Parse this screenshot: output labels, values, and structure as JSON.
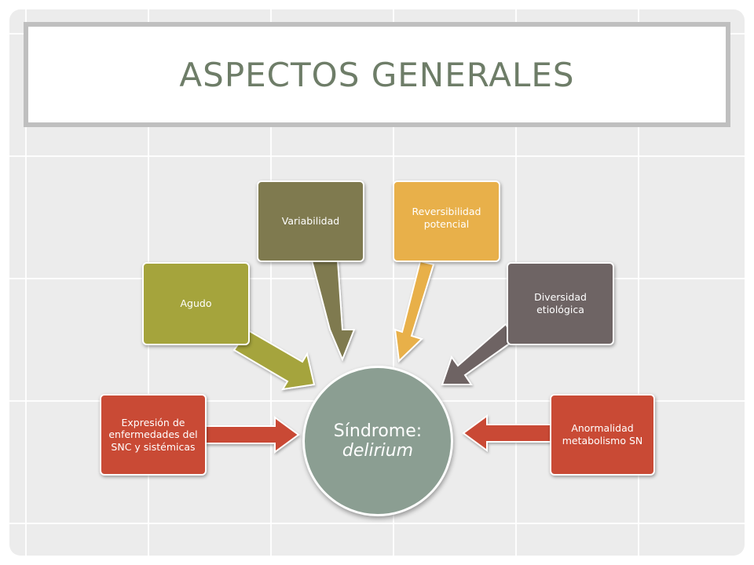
{
  "title": "Aspectos generales",
  "center": {
    "line1": "Síndrome:",
    "line2": "delirium",
    "color": "#8b9e92"
  },
  "nodes": [
    {
      "label": "Expresión de enfermedades del SNC y sistémicas",
      "color": "#c94a35"
    },
    {
      "label": "Agudo",
      "color": "#a5a43c"
    },
    {
      "label": "Variabilidad",
      "color": "#7f7a4f"
    },
    {
      "label": "Reversibilidad potencial",
      "color": "#e8b04a"
    },
    {
      "label": "Diversidad etiológica",
      "color": "#6e6464"
    },
    {
      "label": "Anormalidad metabolismo SN",
      "color": "#c94a35"
    }
  ]
}
